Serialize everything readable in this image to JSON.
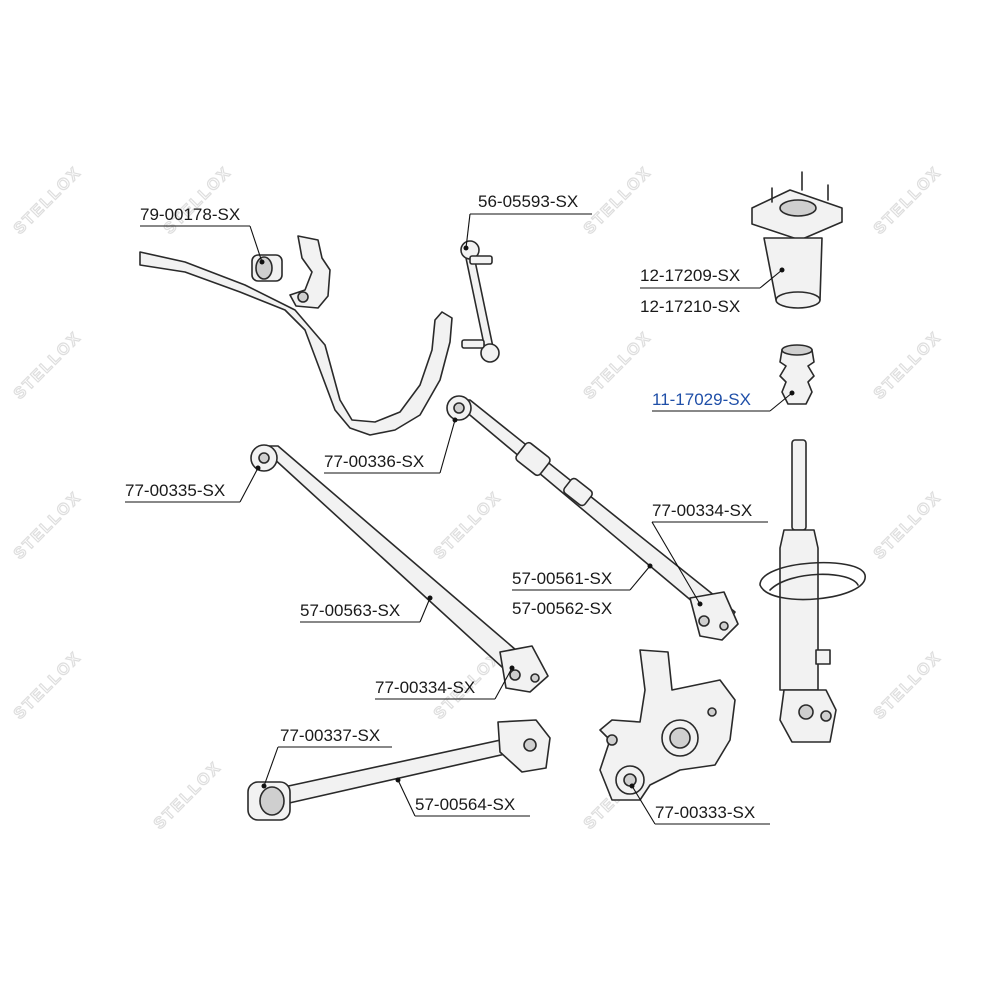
{
  "watermark": "STELLOX",
  "labels": {
    "p79_00178": "79-00178-SX",
    "p56_05593": "56-05593-SX",
    "p12_17209": "12-17209-SX",
    "p12_17210": "12-17210-SX",
    "p11_17029": "11-17029-SX",
    "p77_00336": "77-00336-SX",
    "p77_00335": "77-00335-SX",
    "p77_00334_top": "77-00334-SX",
    "p57_00561": "57-00561-SX",
    "p57_00562": "57-00562-SX",
    "p57_00563": "57-00563-SX",
    "p77_00334_bottom": "77-00334-SX",
    "p77_00337": "77-00337-SX",
    "p57_00564": "57-00564-SX",
    "p77_00333": "77-00333-SX"
  },
  "colors": {
    "highlight": "#1f4fa8",
    "text": "#1a1a1a",
    "watermark": "#dedede"
  }
}
